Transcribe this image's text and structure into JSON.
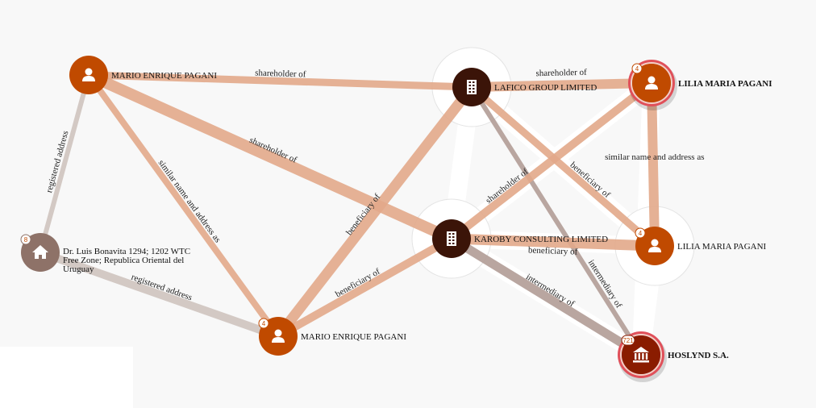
{
  "colors": {
    "person": "#c04a00",
    "company": "#3b1408",
    "intermediary": "#8a1c00",
    "address": "#8e7268",
    "edge_ownership": "#e2a98a",
    "edge_intermediary": "#b19c96",
    "edge_address": "#cec3be",
    "highlight_ring": "#e0505a"
  },
  "nodes": [
    {
      "id": "mep1",
      "label": "MARIO ENRIQUE PAGANI",
      "type": "person",
      "icon": "person-icon",
      "badge": null,
      "highlighted": false
    },
    {
      "id": "addr",
      "label": [
        "Dr. Luis Bonavita 1294; 1202 WTC",
        "Free Zone; Republica Oriental del",
        "Uruguay"
      ],
      "type": "address",
      "icon": "house-icon",
      "badge": "8",
      "highlighted": false
    },
    {
      "id": "mep2",
      "label": "MARIO ENRIQUE PAGANI",
      "type": "person",
      "icon": "person-icon",
      "badge": "4",
      "highlighted": false
    },
    {
      "id": "lafico",
      "label": "LAFICO GROUP LIMITED",
      "type": "company",
      "icon": "building-icon",
      "badge": null,
      "highlighted": false
    },
    {
      "id": "karoby",
      "label": "KAROBY CONSULTING LIMITED",
      "type": "company",
      "icon": "building-icon",
      "badge": null,
      "highlighted": false
    },
    {
      "id": "lilia1",
      "label": "LILIA MARIA PAGANI",
      "type": "person",
      "icon": "person-icon",
      "badge": "4",
      "highlighted": true
    },
    {
      "id": "lilia2",
      "label": "LILIA MARIA PAGANI",
      "type": "person",
      "icon": "person-icon",
      "badge": "4",
      "highlighted": false
    },
    {
      "id": "hoslynd",
      "label": "HOSLYND S.A.",
      "type": "intermediary",
      "icon": "bank-icon",
      "badge": "721",
      "highlighted": true
    }
  ],
  "edges": [
    {
      "source": "mep1",
      "target": "lafico",
      "label": "shareholder of",
      "kind": "ownership"
    },
    {
      "source": "mep1",
      "target": "karoby",
      "label": "shareholder of",
      "kind": "ownership"
    },
    {
      "source": "mep1",
      "target": "mep2",
      "label": "similar name and address as",
      "kind": "ownership"
    },
    {
      "source": "addr",
      "target": "mep1",
      "label": "registered address",
      "kind": "address"
    },
    {
      "source": "addr",
      "target": "mep2",
      "label": "registered address",
      "kind": "address"
    },
    {
      "source": "mep2",
      "target": "lafico",
      "label": "beneficiary of",
      "kind": "ownership"
    },
    {
      "source": "mep2",
      "target": "karoby",
      "label": "beneficiary of",
      "kind": "ownership"
    },
    {
      "source": "lafico",
      "target": "lilia1",
      "label": "shareholder of",
      "kind": "ownership"
    },
    {
      "source": "lafico",
      "target": "lilia2",
      "label": "beneficiary of",
      "kind": "ownership"
    },
    {
      "source": "lafico",
      "target": "hoslynd",
      "label": "intermediary of",
      "kind": "intermediary"
    },
    {
      "source": "karoby",
      "target": "lilia1",
      "label": "shareholder of",
      "kind": "ownership"
    },
    {
      "source": "karoby",
      "target": "lilia2",
      "label": "beneficiary of",
      "kind": "ownership"
    },
    {
      "source": "karoby",
      "target": "hoslynd",
      "label": "intermediary of",
      "kind": "intermediary"
    },
    {
      "source": "lilia1",
      "target": "lilia2",
      "label": "similar name and address as",
      "kind": "ownership"
    }
  ]
}
